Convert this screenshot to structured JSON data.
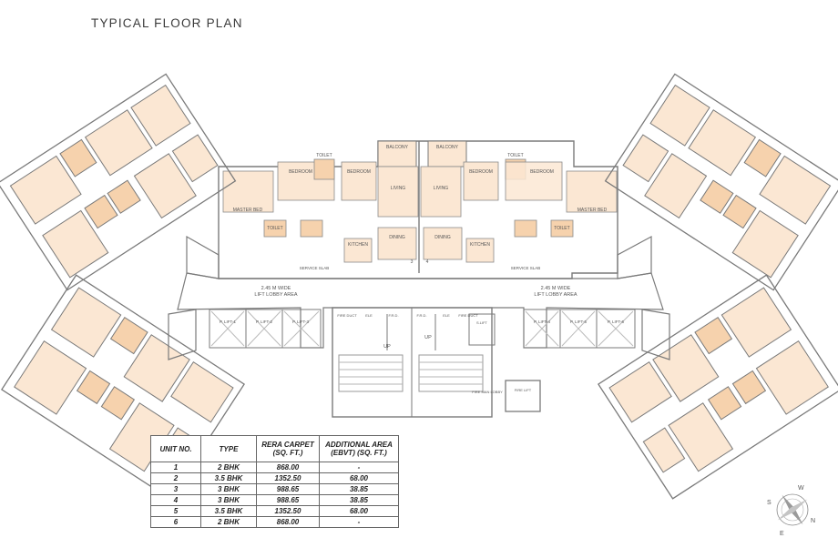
{
  "title": "TYPICAL FLOOR PLAN",
  "colors": {
    "wall": "#8a8a8a",
    "room_fill": "#fbe7d3",
    "wet_fill": "#f6d2ad",
    "outline": "#6f6f6f"
  },
  "labels": {
    "lobby_left_1": "2.45 M WIDE",
    "lobby_left_2": "LIFT LOBBY AREA",
    "lobby_right_1": "2.45 M WIDE",
    "lobby_right_2": "LIFT LOBBY AREA",
    "balcony_1": "BALCONY",
    "balcony_2": "BALCONY",
    "living_1": "LIVING",
    "living_2": "LIVING",
    "bedroom_1": "BEDROOM",
    "bedroom_2": "BEDROOM",
    "bedroom_3": "BEDROOM",
    "bedroom_4": "BEDROOM",
    "master_bed_1": "MASTER BED",
    "master_bed_2": "MASTER BED",
    "toilet_1": "TOILET",
    "toilet_2": "TOILET",
    "toilet_3": "TOILET",
    "toilet_4": "TOILET",
    "kitchen_1": "KITCHEN",
    "kitchen_2": "KITCHEN",
    "dining_1": "DINING",
    "dining_2": "DINING",
    "service_slab_1": "SERVICE SLAB",
    "service_slab_2": "SERVICE SLAB",
    "lift_1": "P. LIFT-1",
    "lift_2": "P. LIFT-2",
    "lift_3": "P. LIFT-3",
    "lift_4": "P. LIFT-4",
    "lift_5": "P. LIFT-5",
    "lift_6": "P. LIFT-6",
    "fire_duct_1": "FIRE DUCT",
    "fire_duct_2": "FIRE DUCT",
    "ele_1": "ELE",
    "ele_2": "ELE",
    "frd_1": "F.R.D.",
    "frd_2": "F.R.D.",
    "up_1": "UP",
    "up_2": "UP",
    "fire_lift": "FIRE MAN LOBBY",
    "fire_lift_2": "FIRE LIFT",
    "lift_small": "S.LIFT",
    "unit_3": "3",
    "unit_4": "4"
  },
  "table": {
    "headers": [
      "UNIT NO.",
      "TYPE",
      "RERA CARPET\n(SQ. FT.)",
      "ADDITIONAL AREA\n(EBVT) (SQ. FT.)"
    ],
    "rows": [
      [
        "1",
        "2 BHK",
        "868.00",
        "-"
      ],
      [
        "2",
        "3.5 BHK",
        "1352.50",
        "68.00"
      ],
      [
        "3",
        "3 BHK",
        "988.65",
        "38.85"
      ],
      [
        "4",
        "3 BHK",
        "988.65",
        "38.85"
      ],
      [
        "5",
        "3.5 BHK",
        "1352.50",
        "68.00"
      ],
      [
        "6",
        "2 BHK",
        "868.00",
        "-"
      ]
    ]
  },
  "compass": {
    "n": "N",
    "s": "S",
    "e": "E",
    "w": "W"
  }
}
